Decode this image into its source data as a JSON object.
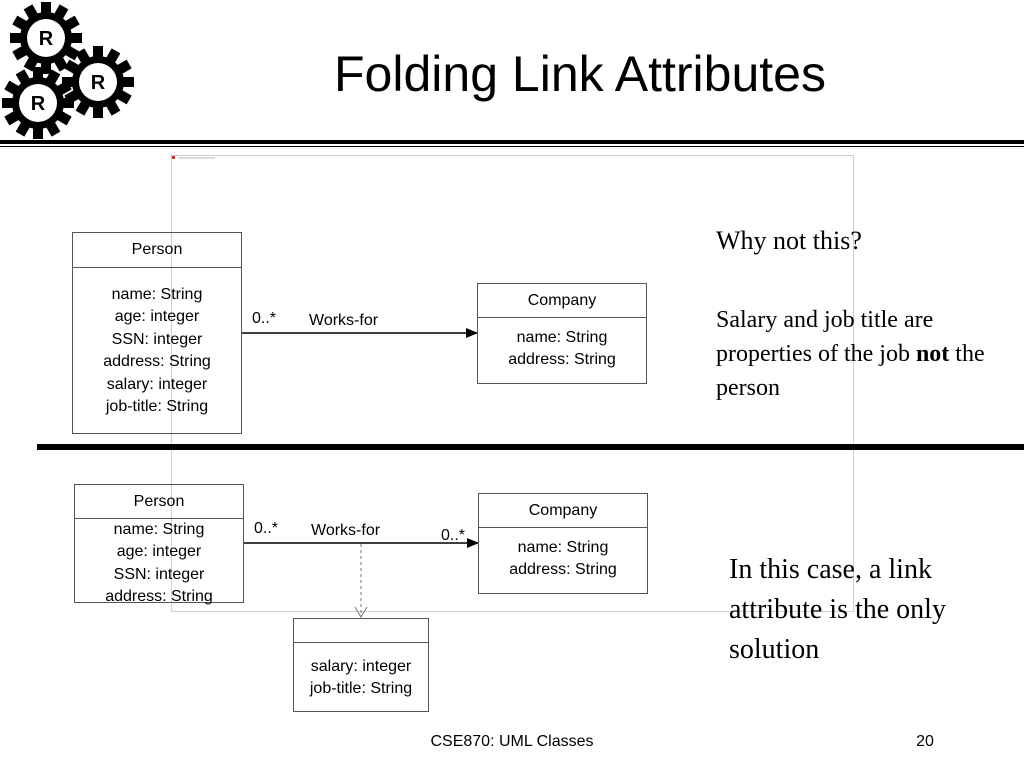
{
  "logo": {
    "letters": [
      "R",
      "R",
      "R"
    ]
  },
  "title": "Folding Link Attributes",
  "diagram_top": {
    "person": {
      "name": "Person",
      "attributes": [
        "name: String",
        "age: integer",
        "SSN: integer",
        "address: String",
        "salary: integer",
        "job-title: String"
      ]
    },
    "company": {
      "name": "Company",
      "attributes": [
        "name: String",
        "address: String"
      ]
    },
    "association": {
      "label": "Works-for",
      "multiplicity_source": "0..*"
    }
  },
  "diagram_bottom": {
    "person": {
      "name": "Person",
      "attributes": [
        "name: String",
        "age: integer",
        "SSN: integer",
        "address: String"
      ]
    },
    "company": {
      "name": "Company",
      "attributes": [
        "name: String",
        "address: String"
      ]
    },
    "association": {
      "label": "Works-for",
      "multiplicity_source": "0..*",
      "multiplicity_target": "0..*"
    },
    "link_attribute": {
      "name": "",
      "attributes": [
        "salary: integer",
        "job-title: String"
      ]
    }
  },
  "notes": {
    "question": "Why not this?",
    "explanation_before": "Salary and job title are properties of the job ",
    "explanation_bold": "not",
    "explanation_after": " the person",
    "conclusion": "In this case, a link attribute is the only solution"
  },
  "footer": {
    "course": "CSE870: UML Classes",
    "page": "20"
  }
}
